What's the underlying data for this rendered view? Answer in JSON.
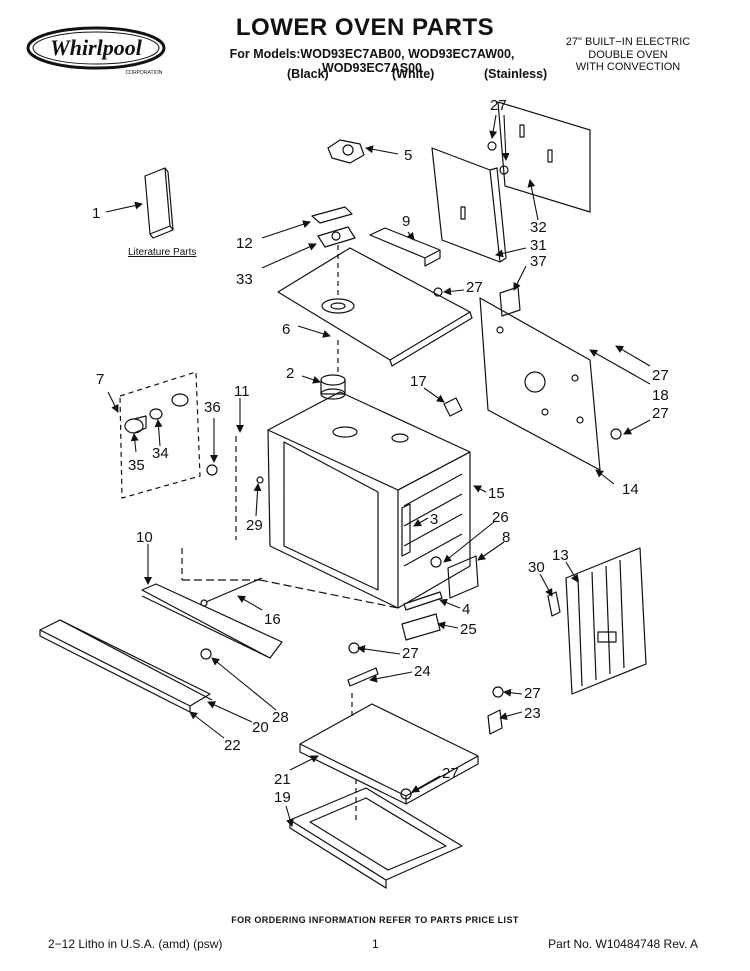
{
  "brand": {
    "name": "Whirlpool",
    "tagline": "CORPORATION"
  },
  "header": {
    "title": "LOWER OVEN PARTS",
    "models": "For Models:WOD93EC7AB00, WOD93EC7AW00, WOD93EC7AS00",
    "colors": [
      "(Black)",
      "(White)",
      "(Stainless)"
    ],
    "description": [
      "27\" BUILT−IN ELECTRIC",
      "DOUBLE OVEN",
      "WITH CONVECTION"
    ]
  },
  "literature_label": "Literature Parts",
  "callouts": [
    {
      "id": "c27a",
      "text": "27"
    },
    {
      "id": "c5",
      "text": "5"
    },
    {
      "id": "c1",
      "text": "1"
    },
    {
      "id": "c32",
      "text": "32"
    },
    {
      "id": "c31",
      "text": "31"
    },
    {
      "id": "c37",
      "text": "37"
    },
    {
      "id": "c9",
      "text": "9"
    },
    {
      "id": "c12",
      "text": "12"
    },
    {
      "id": "c33",
      "text": "33"
    },
    {
      "id": "c27b",
      "text": "27"
    },
    {
      "id": "c6",
      "text": "6"
    },
    {
      "id": "c27c",
      "text": "27"
    },
    {
      "id": "c18",
      "text": "18"
    },
    {
      "id": "c27d",
      "text": "27"
    },
    {
      "id": "c7",
      "text": "7"
    },
    {
      "id": "c2",
      "text": "2"
    },
    {
      "id": "c17",
      "text": "17"
    },
    {
      "id": "c11",
      "text": "11"
    },
    {
      "id": "c36",
      "text": "36"
    },
    {
      "id": "c35",
      "text": "35"
    },
    {
      "id": "c34",
      "text": "34"
    },
    {
      "id": "c14",
      "text": "14"
    },
    {
      "id": "c15",
      "text": "15"
    },
    {
      "id": "c29",
      "text": "29"
    },
    {
      "id": "c3",
      "text": "3"
    },
    {
      "id": "c26",
      "text": "26"
    },
    {
      "id": "c8",
      "text": "8"
    },
    {
      "id": "c10",
      "text": "10"
    },
    {
      "id": "c13",
      "text": "13"
    },
    {
      "id": "c30",
      "text": "30"
    },
    {
      "id": "c16",
      "text": "16"
    },
    {
      "id": "c4",
      "text": "4"
    },
    {
      "id": "c25",
      "text": "25"
    },
    {
      "id": "c27e",
      "text": "27"
    },
    {
      "id": "c24",
      "text": "24"
    },
    {
      "id": "c27f",
      "text": "27"
    },
    {
      "id": "c23",
      "text": "23"
    },
    {
      "id": "c28",
      "text": "28"
    },
    {
      "id": "c20",
      "text": "20"
    },
    {
      "id": "c22",
      "text": "22"
    },
    {
      "id": "c27g",
      "text": "27"
    },
    {
      "id": "c21",
      "text": "21"
    },
    {
      "id": "c19",
      "text": "19"
    }
  ],
  "footer": {
    "order_info": "FOR ORDERING INFORMATION REFER TO PARTS PRICE LIST",
    "litho": "2−12 Litho in U.S.A. (amd) (psw)",
    "page": "1",
    "part_no": "Part No. W10484748 Rev. A"
  }
}
